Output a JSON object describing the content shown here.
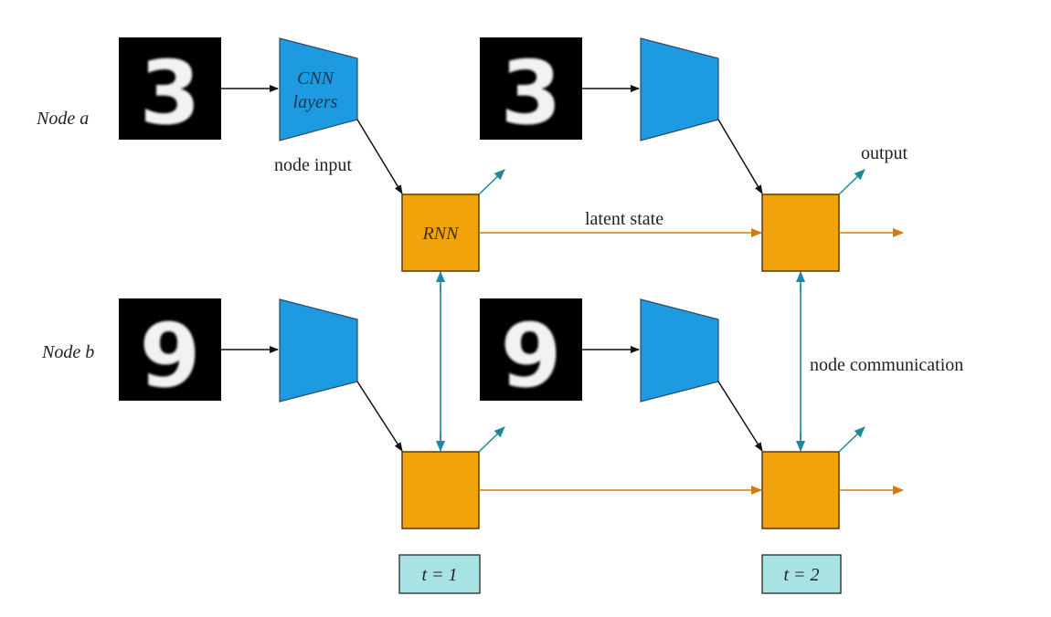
{
  "labels": {
    "node_a": "Node a",
    "node_b": "Node b",
    "cnn_line1": "CNN",
    "cnn_line2": "layers",
    "node_input": "node input",
    "rnn": "RNN",
    "latent_state": "latent state",
    "output": "output",
    "node_communication": "node communication",
    "t1": "t = 1",
    "t2": "t = 2"
  },
  "images": {
    "node_a_digit": "3",
    "node_b_digit": "9"
  },
  "colors": {
    "cnn": "#1d9ae0",
    "rnn": "#f0a30a",
    "latent_arrow": "#d47a12",
    "comm_arrow": "#1f86a8",
    "output_arrow": "#1b8a96",
    "time_box": "#a8e2e2",
    "black_arrow": "#111111"
  }
}
